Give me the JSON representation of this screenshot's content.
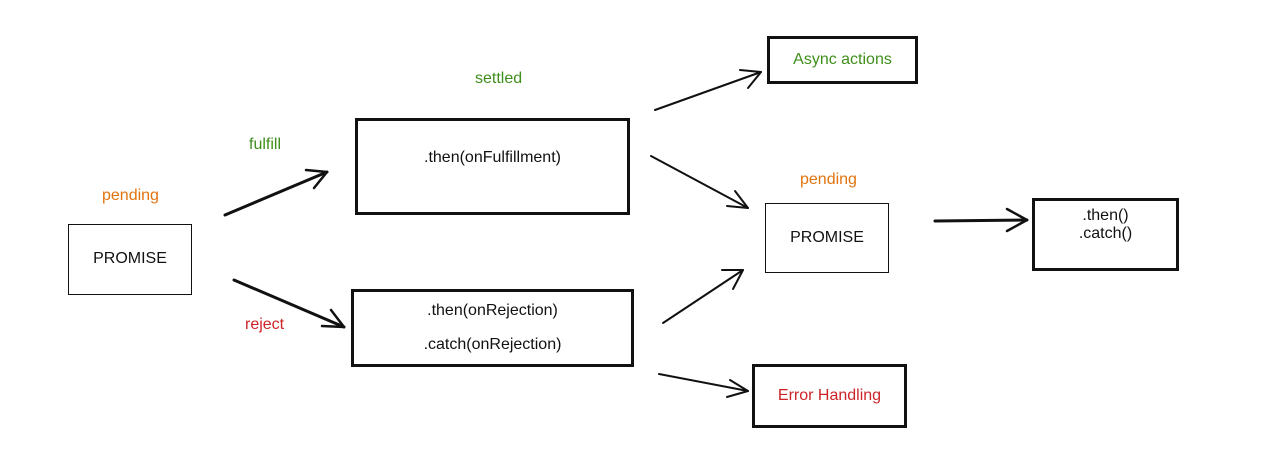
{
  "colors": {
    "pending": "#e07410",
    "green": "#3f8f1d",
    "red": "#cc2428",
    "ink": "#111111"
  },
  "nodes": {
    "promise_start": "PROMISE",
    "then_fulfillment": ".then(onFulfillment)",
    "then_rejection": ".then(onRejection)",
    "catch_rejection": ".catch(onRejection)",
    "async_actions": "Async actions",
    "promise_next": "PROMISE",
    "error_handling": "Error Handling",
    "then_chain": ".then()",
    "catch_chain": ".catch()"
  },
  "labels": {
    "pending_start": "pending",
    "fulfill": "fulfill",
    "reject": "reject",
    "settled": "settled",
    "pending_next": "pending"
  }
}
